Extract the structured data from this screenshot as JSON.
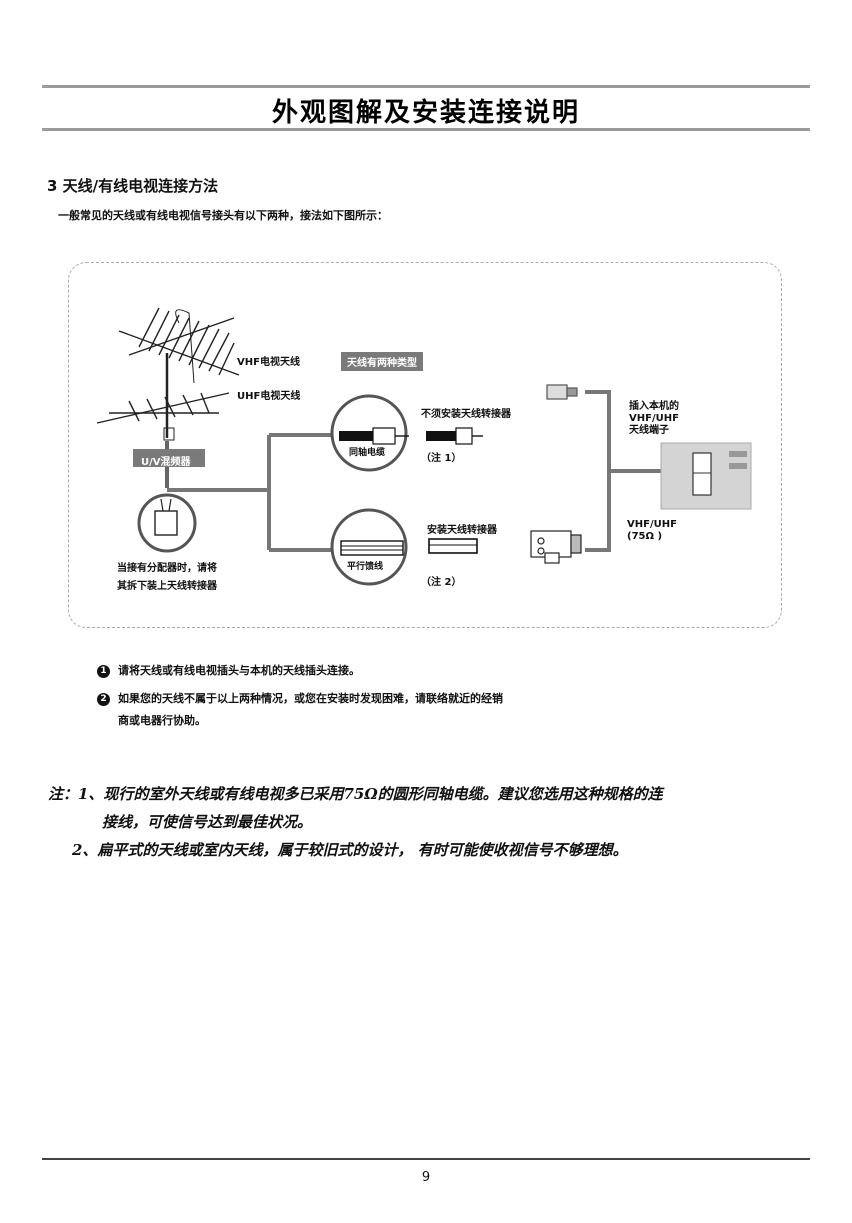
{
  "header": {
    "title": "外观图解及安装连接说明"
  },
  "section": {
    "heading": "3 天线/有线电视连接方法",
    "intro": "一般常见的天线或有线电视信号接头有以下两种，接法如下图所示："
  },
  "diagram": {
    "vhf_antenna": "VHF电视天线",
    "uhf_antenna": "UHF电视天线",
    "mixer": "U/V混频器",
    "antenna_types": "天线有两种类型",
    "no_adapter": "不须安装天线转接器",
    "coax_cable": "同轴电缆",
    "note1_ref": "（注 1）",
    "install_adapter": "安装天线转接器",
    "flat_feeder": "平行馈线",
    "note2_ref": "（注 2）",
    "splitter_line1": "当接有分配器时，请将",
    "splitter_line2": "其拆下装上天线转接器",
    "plug_in_line1": "插入本机的",
    "plug_in_line2": "VHF/UHF",
    "plug_in_line3": "天线端子",
    "terminal_line1": "VHF/UHF",
    "terminal_line2": "(75Ω )"
  },
  "instructions": [
    {
      "number": "1",
      "text": "请将天线或有线电视插头与本机的天线插头连接。"
    },
    {
      "number": "2",
      "text": "如果您的天线不属于以上两种情况，或您在安装时发现困难，请联络就近的经销",
      "continuation": "商或电器行协助。"
    }
  ],
  "notes": {
    "line1": "注：1、现行的室外天线或有线电视多已采用75Ω的圆形同轴电缆。建议您选用这种规格的连",
    "line2": "接线，可使信号达到最佳状况。",
    "line3": "2、扁平式的天线或室内天线，属于较旧式的设计， 有时可能使收视信号不够理想。"
  },
  "footer": {
    "page_number": "9"
  }
}
